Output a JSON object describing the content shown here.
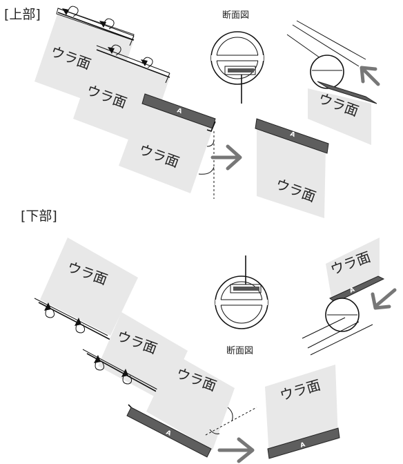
{
  "sections": {
    "top": "[上部]",
    "bottom": "[下部]"
  },
  "panel_label": "ウラ面",
  "strip_label": "A",
  "cross_section_label": "断面図",
  "colors": {
    "panel_fill": "#e8e8e8",
    "strip_fill": "#5e5e5e",
    "arrow_gray": "#777777",
    "outline": "#111111"
  },
  "icons": [
    "binding-ring-icon",
    "right-arrow-icon",
    "insert-arrow-icon",
    "cross-section-icon"
  ]
}
